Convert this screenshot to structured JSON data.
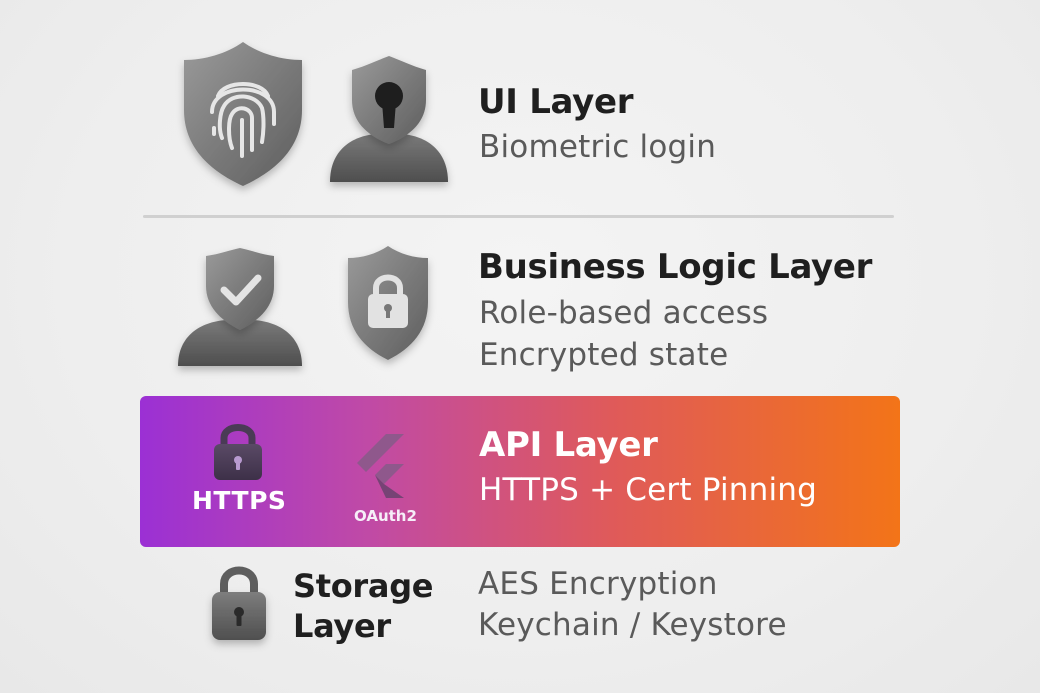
{
  "layers": {
    "ui": {
      "title": "UI Layer",
      "description": "Biometric login",
      "icons": [
        "fingerprint-shield-icon",
        "user-keyhole-icon"
      ]
    },
    "business": {
      "title": "Business Logic Layer",
      "description_lines": [
        "Role-based access",
        "Encrypted state"
      ],
      "icons": [
        "user-check-shield-icon",
        "padlock-shield-icon"
      ]
    },
    "api": {
      "title": "API Layer",
      "description": "HTTPS + Cert  Pinning",
      "https_label": "HTTPS",
      "oauth_label": "OAuth2",
      "gradient": [
        "#9b30d4",
        "#c04aa6",
        "#df5a5a",
        "#f37418"
      ],
      "icons": [
        "padlock-icon",
        "flutter-logo-icon"
      ]
    },
    "storage": {
      "title": "Storage Layer",
      "description_lines": [
        "AES Encryption",
        "Keychain / Keystore"
      ],
      "icons": [
        "padlock-icon"
      ]
    }
  },
  "colors": {
    "background": "#eeeeee",
    "title_text": "#1f1f1f",
    "subtitle_text": "#5a5a5a",
    "icon_gray": "#6e6e6e"
  }
}
